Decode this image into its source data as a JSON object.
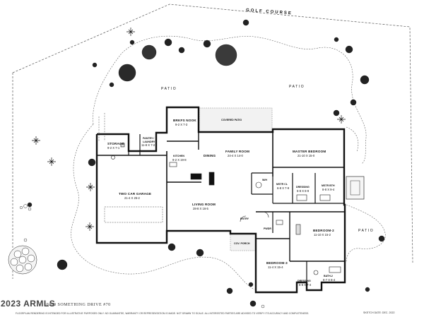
{
  "labels": {
    "golf_course": "GOLF COURSE",
    "patio_1": "PATIO",
    "patio_2": "PATIO",
    "patio_3": "PATIO",
    "covered_patio": "COVERED PATIO",
    "brkfs_nook": "BRKFS NOOK",
    "brkfs_nook_dim": "9-2 X 7-3",
    "storage": "STORAGE",
    "storage_dim": "9-2 X 7-1",
    "pantry_laundry_1": "PANTRY /",
    "pantry_laundry_2": "LAUNDRY",
    "pantry_laundry_dim": "11-8 X 7-2",
    "kitchen": "KITCHEN",
    "kitchen_dim": "9-2 X 19-8",
    "dining": "DINING",
    "family_room": "FAMILY ROOM",
    "family_room_dim": "24-4 X 14-0",
    "master_bedroom": "MASTER BEDROOM",
    "master_bedroom_dim": "21-10 X 15-0",
    "garage_1": "TWO CAR GARAGE",
    "garage_dim": "21-4 X 25-2",
    "mstr_cl": "MSTR CL",
    "mstr_cl_dim": "6-8 X 7-9",
    "dressing_1": "DRESSING",
    "dressing_1_dim": "6-8 X 8-9",
    "mstr_bth": "MSTR BTH",
    "mstr_bth_dim": "8-8 X 9-4",
    "wh": "W/H",
    "living_room": "LIVING ROOM",
    "living_room_dim": "28-8 X 16-5",
    "entry": "ENTRY",
    "powder": "PWDR",
    "bedroom_2": "BEDROOM-2",
    "bedroom_2_dim": "11-10 X 15-2",
    "cov_porch": "COV. PORCH",
    "bedroom_3": "BEDROOM-3",
    "bedroom_3_dim": "11-4 X 15-4",
    "dressing_2": "DRESSING",
    "dressing_2_dim": "6-8 X 7-4",
    "bath_2": "BATH-2",
    "bath_2_dim": "8-7 X 8-4"
  },
  "footer": {
    "watermark": "2023 ARMLS",
    "address": "10000 SOMETHING DRIVE #70",
    "disclaimer": "FLOORPLAN RENDERING IS INTENDED FOR ILLUSTRATIVE PURPOSES ONLY. NO GUARANTEE, WARRANTY OR REPRESENTATION IS MADE. NOT DRAWN TO SCALE. ALL INTERESTED PARTIES ARE ADVISED TO VERIFY ITS ACCURACY AND COMPLETENESS.",
    "sketch_date": "SKETCH DATE:  DEC. 2022"
  }
}
